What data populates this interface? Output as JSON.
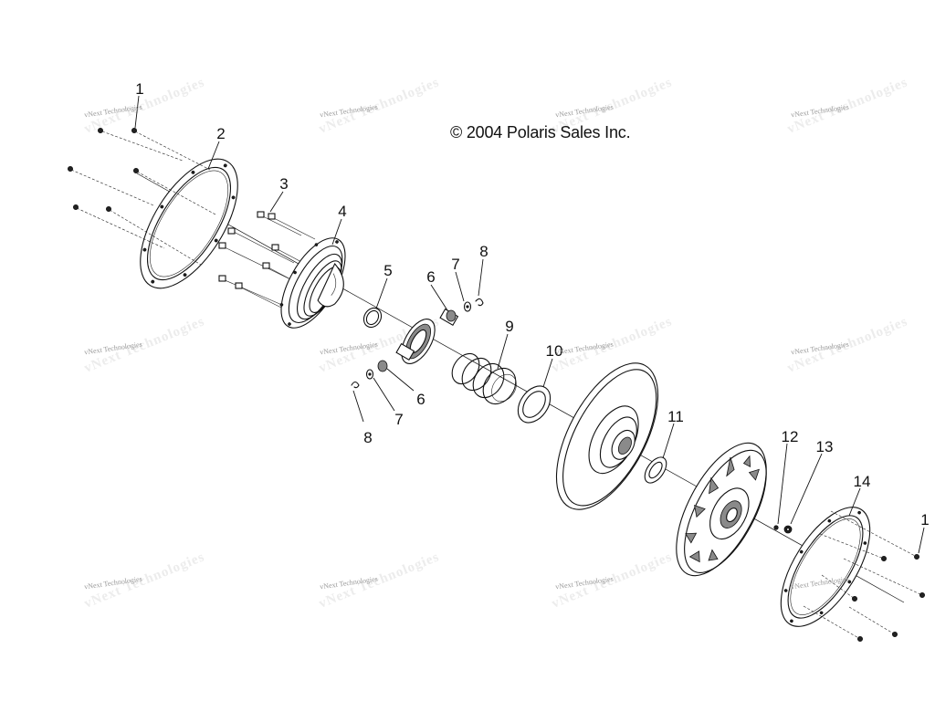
{
  "copyright": "© 2004 Polaris Sales Inc.",
  "watermark": "vNext Technologies",
  "callouts": [
    "1",
    "2",
    "3",
    "4",
    "5",
    "6",
    "7",
    "8",
    "9",
    "10",
    "6",
    "7",
    "8",
    "11",
    "12",
    "13",
    "14",
    "1"
  ],
  "colors": {
    "line": "#111111",
    "watermark": "#9a9a9a"
  }
}
